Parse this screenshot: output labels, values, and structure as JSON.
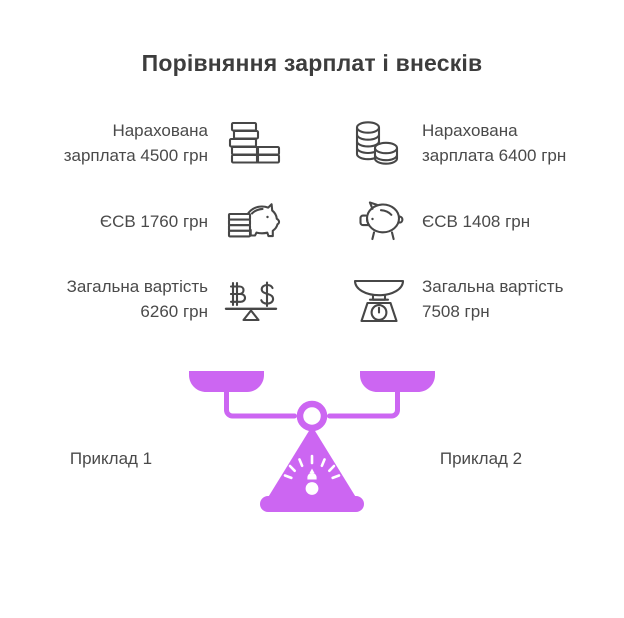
{
  "title": "Порівняння зарплат і внесків",
  "theme": {
    "text_color": "#444444",
    "title_color": "#3d3d3d",
    "icon_stroke": "#474747",
    "accent_color": "#cc66f2",
    "background": "#ffffff"
  },
  "columns": [
    {
      "id": "example-1",
      "caption": "Приклад 1",
      "rows": [
        {
          "id": "salary",
          "label": "Нарахована зарплата 4500 грн",
          "icon": "coin-stack-flat-icon",
          "value": 4500,
          "currency": "грн"
        },
        {
          "id": "esv",
          "label": "ЄСВ 1760 грн",
          "icon": "piggy-bank-coins-icon",
          "value": 1760,
          "currency": "грн"
        },
        {
          "id": "total",
          "label": "Загальна вартість 6260 грн",
          "icon": "balance-seesaw-icon",
          "value": 6260,
          "currency": "грн"
        }
      ]
    },
    {
      "id": "example-2",
      "caption": "Приклад 2",
      "rows": [
        {
          "id": "salary",
          "label": "Нарахована зарплата 6400 грн",
          "icon": "coin-stack-round-icon",
          "value": 6400,
          "currency": "грн"
        },
        {
          "id": "esv",
          "label": "ЄСВ 1408 грн",
          "icon": "piggy-bank-icon",
          "value": 1408,
          "currency": "грн"
        },
        {
          "id": "total",
          "label": "Загальна вартість 7508 грн",
          "icon": "kitchen-scale-icon",
          "value": 7508,
          "currency": "грн"
        }
      ]
    }
  ],
  "center_graphic": {
    "name": "balance-scale-illustration",
    "color": "#cc66f2"
  }
}
